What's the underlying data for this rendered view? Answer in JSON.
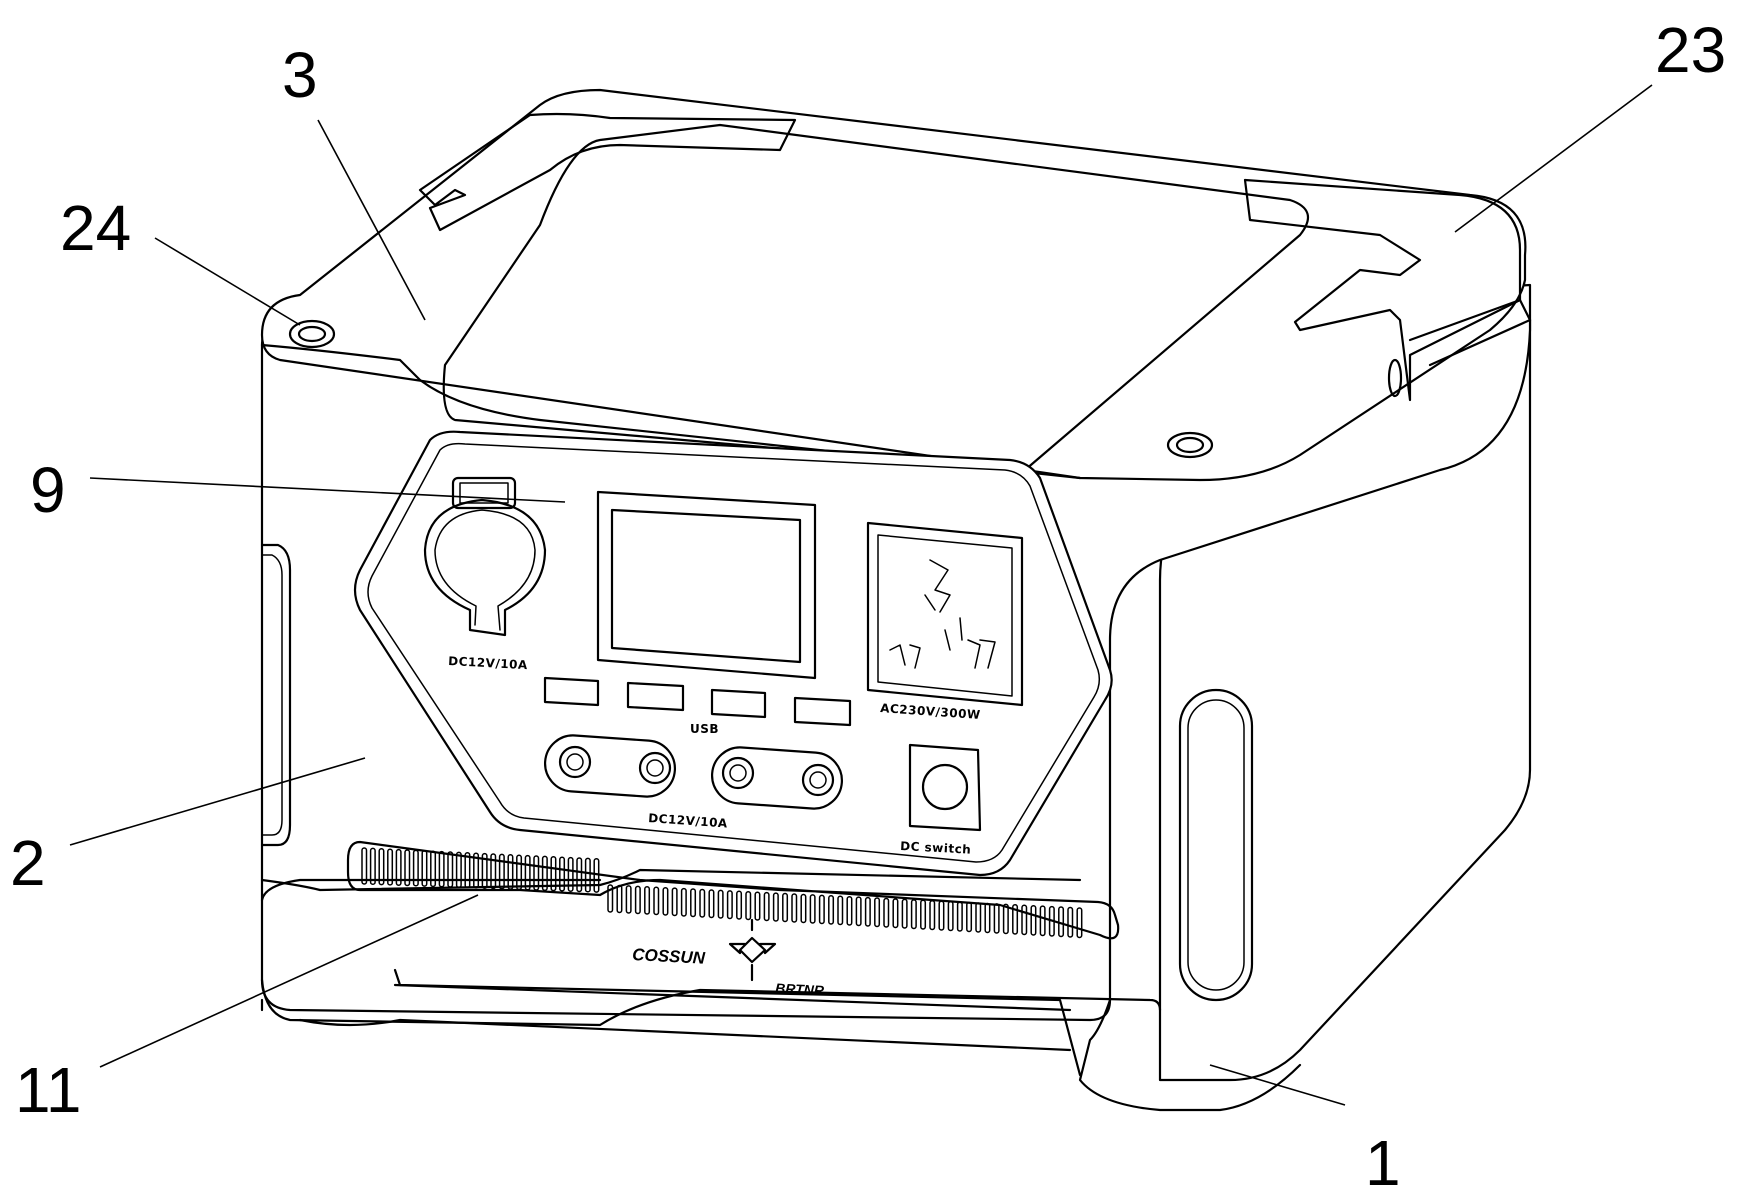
{
  "callouts": [
    {
      "id": "1",
      "label": "1"
    },
    {
      "id": "2",
      "label": "2"
    },
    {
      "id": "3",
      "label": "3"
    },
    {
      "id": "9",
      "label": "9"
    },
    {
      "id": "11",
      "label": "11"
    },
    {
      "id": "23",
      "label": "23"
    },
    {
      "id": "24",
      "label": "24"
    }
  ],
  "panel": {
    "cig_label": "DC12V/10A",
    "ac_label": "AC230V/300W",
    "usb_label": "USB",
    "dc_label": "DC12V/10A",
    "switch_label": "DC switch"
  },
  "logo": {
    "brand": "COSSUN",
    "sub": "BRTNR"
  }
}
